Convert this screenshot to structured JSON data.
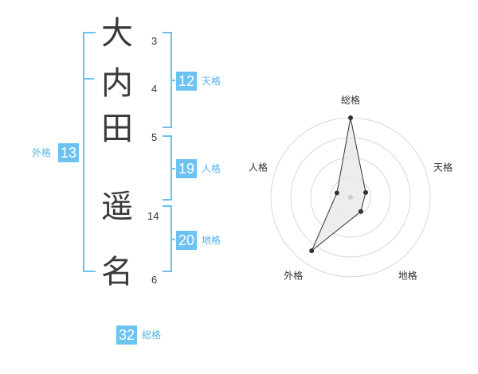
{
  "name_chars": [
    {
      "char": "大",
      "strokes": "3"
    },
    {
      "char": "内",
      "strokes": "4"
    },
    {
      "char": "田",
      "strokes": "5"
    },
    {
      "char": "遥",
      "strokes": "14"
    },
    {
      "char": "名",
      "strokes": "6"
    }
  ],
  "kakusu": {
    "tenkaku": {
      "value": "12",
      "label": "天格"
    },
    "jinkaku": {
      "value": "19",
      "label": "人格"
    },
    "chikaku": {
      "value": "20",
      "label": "地格"
    },
    "gaikaku": {
      "value": "13",
      "label": "外格"
    },
    "soukaku": {
      "value": "32",
      "label": "総格"
    }
  },
  "colors": {
    "accent": "#6cc3f2",
    "bracket": "#6cc0ef",
    "radar_fill": "#e8e8e8"
  },
  "chart_data": {
    "type": "radar",
    "axes": [
      "総格",
      "天格",
      "地格",
      "外格",
      "人格"
    ],
    "values": [
      1.0,
      0.2,
      0.22,
      0.83,
      0.18
    ],
    "range": [
      0,
      1
    ],
    "rings": 4
  }
}
